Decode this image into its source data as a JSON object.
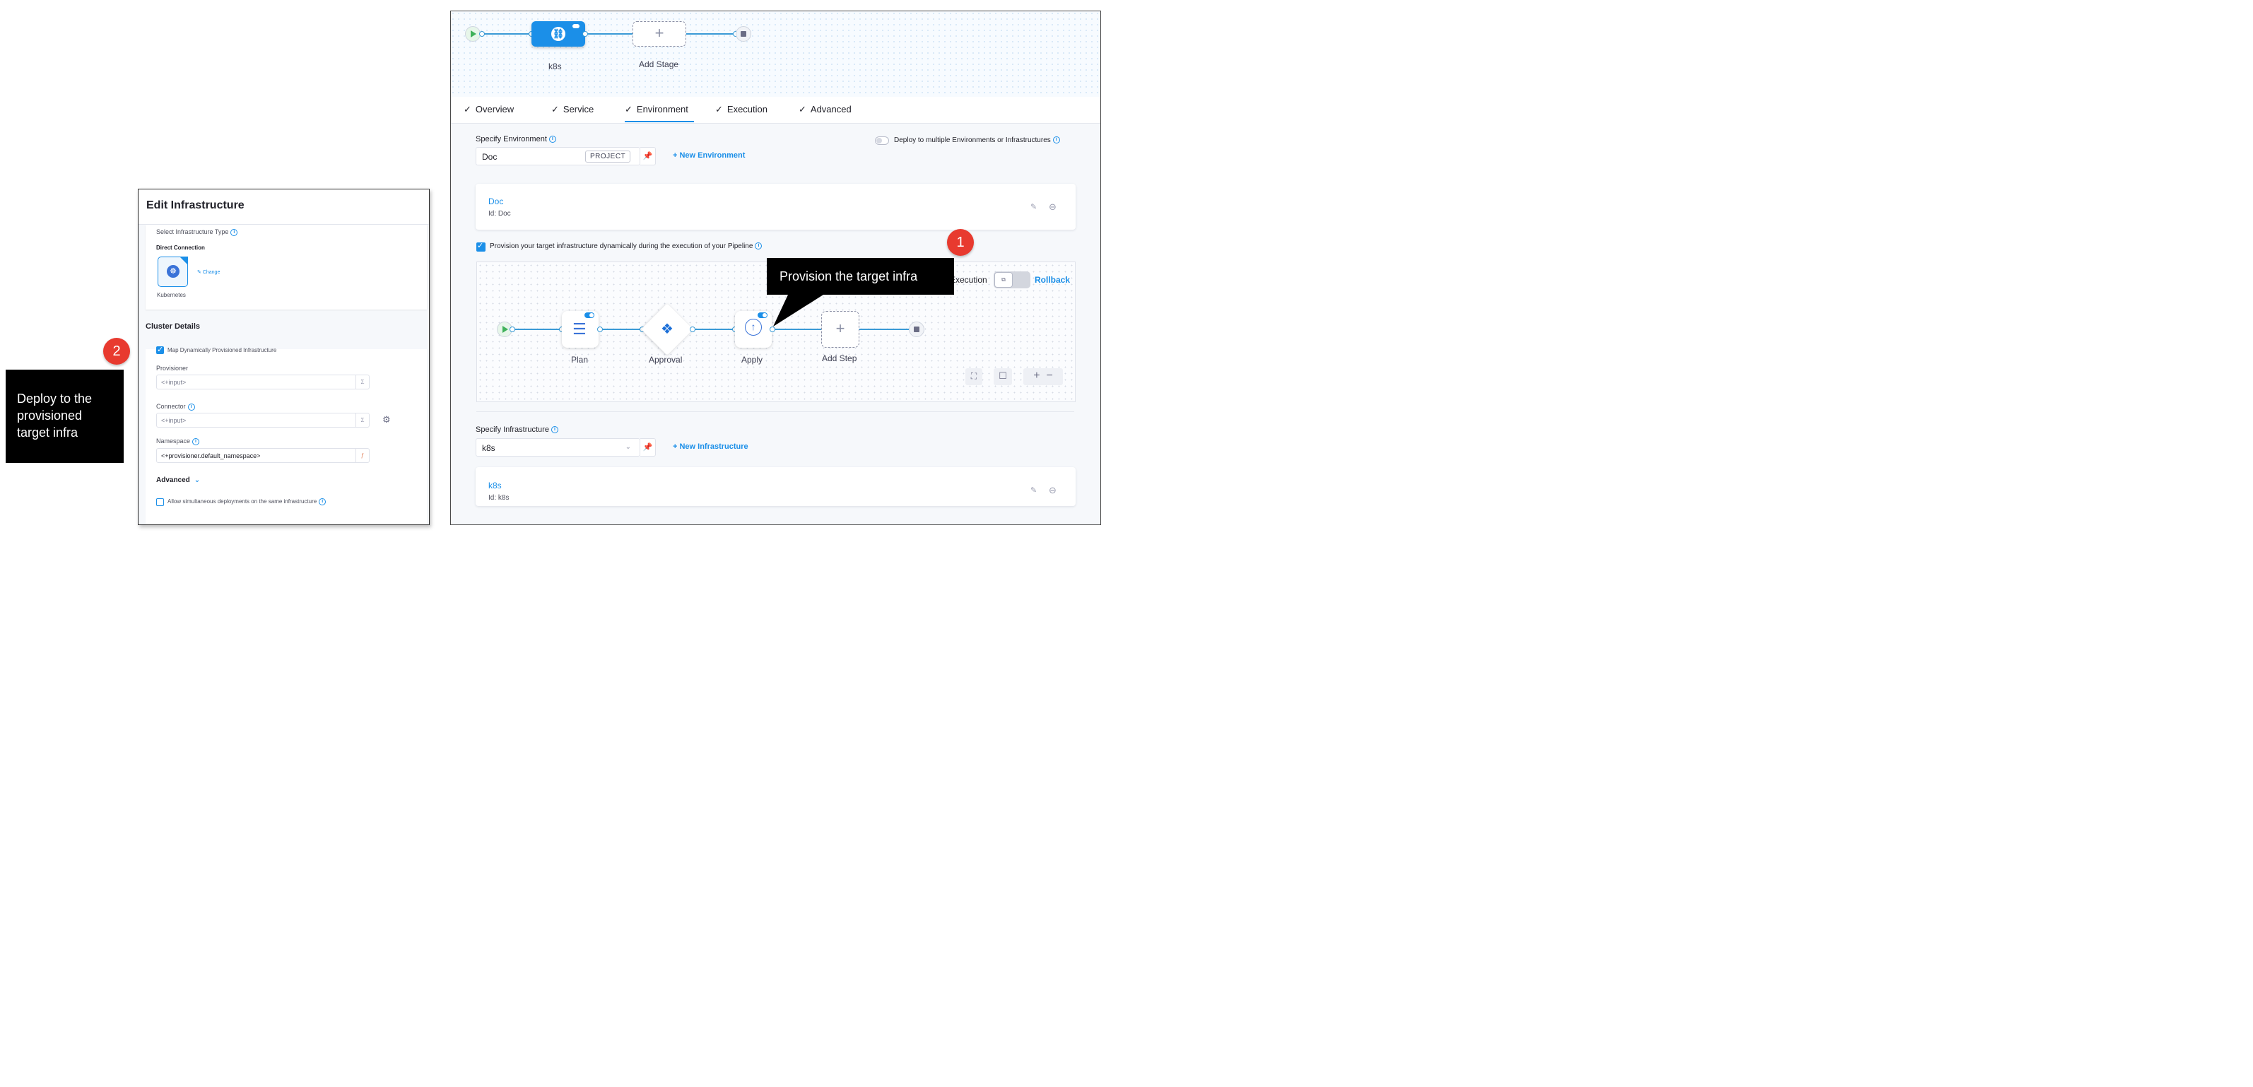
{
  "pipeline": {
    "stage_label": "k8s",
    "add_stage_label": "Add Stage",
    "add_stage_symbol": "+",
    "stage_glyph": "⛓"
  },
  "tabs": [
    {
      "label": "Overview"
    },
    {
      "label": "Service"
    },
    {
      "label": "Environment"
    },
    {
      "label": "Execution"
    },
    {
      "label": "Advanced"
    }
  ],
  "environment": {
    "section_label": "Specify Environment",
    "selected": "Doc",
    "tag": "PROJECT",
    "new_link": "+ New Environment",
    "multi_toggle_label": "Deploy to multiple Environments or Infrastructures",
    "card_title": "Doc",
    "card_id": "Id: Doc"
  },
  "provision": {
    "checkbox_label": "Provision your target infrastructure dynamically during the execution of your Pipeline",
    "execution_label": "Execution",
    "rollback_label": "Rollback",
    "steps": [
      {
        "label": "Plan",
        "icon": "terraform-plan-icon"
      },
      {
        "label": "Approval",
        "icon": "approval-icon"
      },
      {
        "label": "Apply",
        "icon": "terraform-apply-icon"
      }
    ],
    "add_step_label": "Add Step",
    "add_step_symbol": "+"
  },
  "infrastructure": {
    "section_label": "Specify Infrastructure",
    "selected": "k8s",
    "new_link": "+ New Infrastructure",
    "card_title": "k8s",
    "card_id": "Id: k8s"
  },
  "edit_infra": {
    "title": "Edit Infrastructure",
    "select_type_label": "Select Infrastructure Type",
    "direct_connection": "Direct Connection",
    "kubernetes_label": "Kubernetes",
    "change_link": "Change",
    "cluster_details": "Cluster Details",
    "map_dynamic_label": "Map Dynamically Provisioned Infrastructure",
    "provisioner_label": "Provisioner",
    "provisioner_value": "<+input>",
    "connector_label": "Connector",
    "connector_value": "<+input>",
    "namespace_label": "Namespace",
    "namespace_value": "<+provisioner.default_namespace>",
    "advanced_label": "Advanced",
    "simultaneous_label": "Allow simultaneous deployments on the same infrastructure"
  },
  "annotations": {
    "callout_1": "Provision the target infra",
    "callout_2_line1": "Deploy to the",
    "callout_2_line2": "provisioned",
    "callout_2_line3": "target infra",
    "badge_1": "1",
    "badge_2": "2"
  },
  "colors": {
    "accent": "#1b8fe8",
    "badge": "#e83a2f",
    "callout_bg": "#000000"
  }
}
